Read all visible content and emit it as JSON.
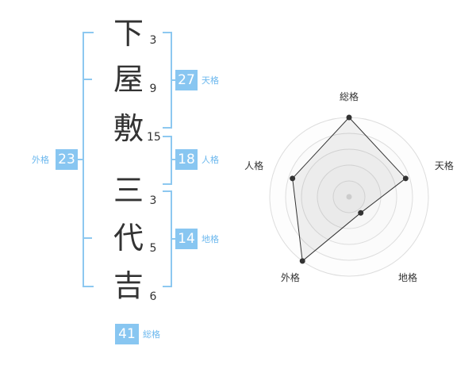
{
  "name": {
    "characters": [
      {
        "char": "下",
        "strokes": "3"
      },
      {
        "char": "屋",
        "strokes": "9"
      },
      {
        "char": "敷",
        "strokes": "15"
      },
      {
        "char": "三",
        "strokes": "3"
      },
      {
        "char": "代",
        "strokes": "5"
      },
      {
        "char": "吉",
        "strokes": "6"
      }
    ]
  },
  "fortunes": {
    "tenkaku": {
      "value": "27",
      "label": "天格"
    },
    "jinkaku": {
      "value": "18",
      "label": "人格"
    },
    "chikaku": {
      "value": "14",
      "label": "地格"
    },
    "gaikaku": {
      "value": "23",
      "label": "外格"
    },
    "soukaku": {
      "value": "41",
      "label": "総格"
    }
  },
  "colors": {
    "accent": "#88c6f1",
    "bracket": "#8dc8f0",
    "label": "#6cb8ee"
  },
  "chart_data": {
    "type": "radar",
    "axes": [
      "総格",
      "天格",
      "地格",
      "外格",
      "人格"
    ],
    "values": [
      4,
      3,
      1,
      4,
      3
    ],
    "range": [
      0,
      4
    ],
    "rings": 4
  }
}
